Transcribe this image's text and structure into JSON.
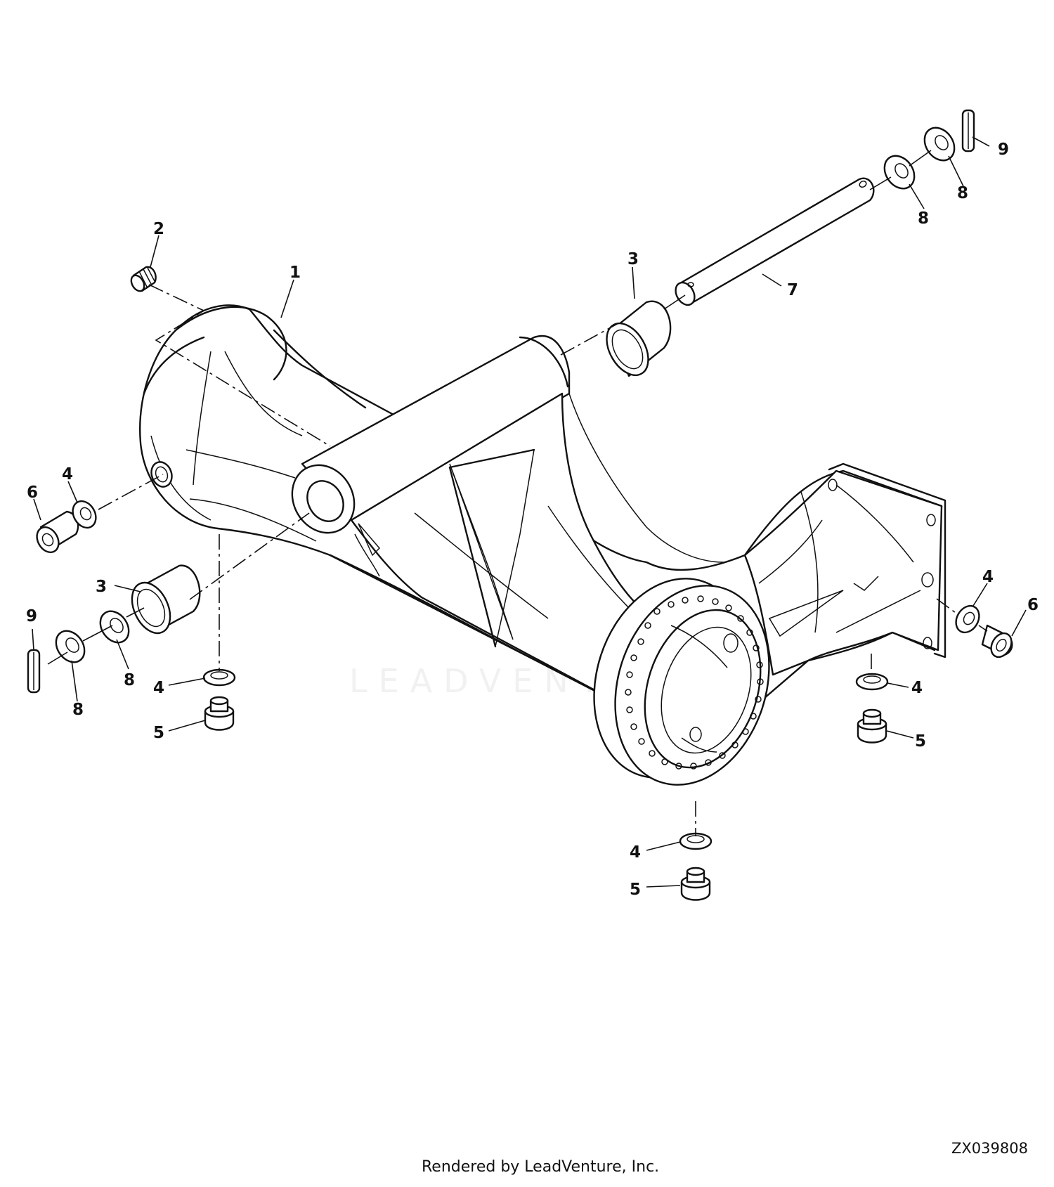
{
  "diagram": {
    "callouts": {
      "c1": "1",
      "c2": "2",
      "c3a": "3",
      "c3b": "3",
      "c4a": "4",
      "c4b": "4",
      "c4c": "4",
      "c4d": "4",
      "c4e": "4",
      "c5a": "5",
      "c5b": "5",
      "c5c": "5",
      "c6a": "6",
      "c6b": "6",
      "c7": "7",
      "c8a": "8",
      "c8b": "8",
      "c8c": "8",
      "c8d": "8",
      "c9a": "9",
      "c9b": "9"
    },
    "watermark": "LEADVENTURE",
    "figure_id": "ZX039808",
    "credit": "Rendered by LeadVenture, Inc."
  }
}
